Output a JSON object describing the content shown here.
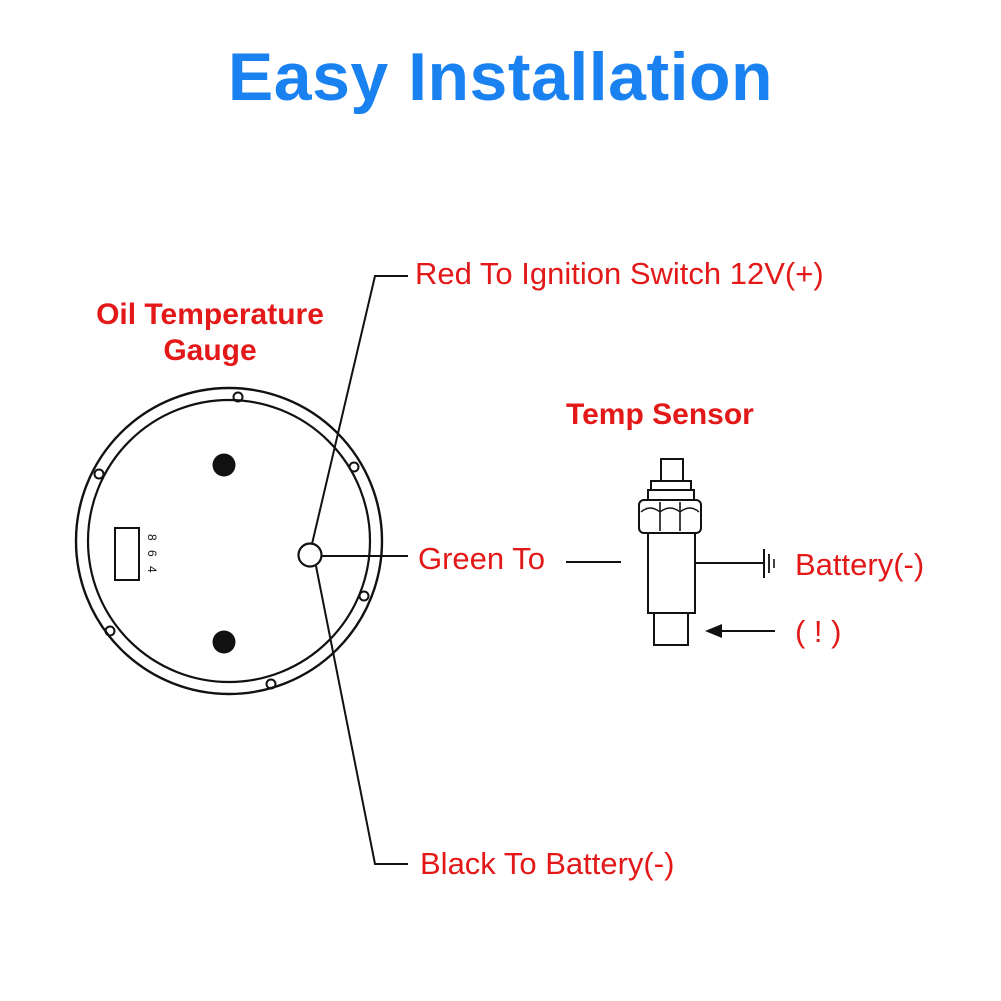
{
  "title": "Easy Installation",
  "gauge": {
    "label_line1": "Oil Temperature",
    "label_line2": "Gauge",
    "pin_numbers": "8 6 4"
  },
  "wires": {
    "red": "Red To Ignition Switch 12V(+)",
    "green": "Green To",
    "black": "Black To Battery(-)"
  },
  "sensor": {
    "label": "Temp Sensor",
    "ground_label": "Battery(-)",
    "warning_label": "( ! )"
  },
  "colors": {
    "title": "#1a82f0",
    "label": "#e31919",
    "line": "#111111"
  }
}
